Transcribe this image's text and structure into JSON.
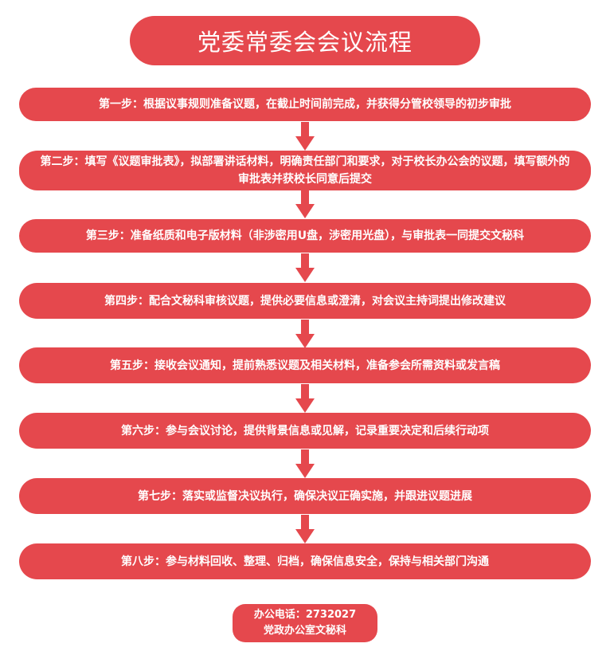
{
  "title": "党委常委会会议流程",
  "steps": [
    "第一步：根据议事规则准备议题，在截止时间前完成，并获得分管校领导的初步审批",
    "第二步：填写《议题审批表》，拟部署讲话材料，明确责任部门和要求，对于校长办公会的议题，填写额外的审批表并获校长同意后提交",
    "第三步：准备纸质和电子版材料（非涉密用U盘，涉密用光盘），与审批表一同提交文秘科",
    "第四步：配合文秘科审核议题，提供必要信息或澄清，对会议主持词提出修改建议",
    "第五步：接收会议通知，提前熟悉议题及相关材料，准备参会所需资料或发言稿",
    "第六步：参与会议讨论，提供背景信息或见解，记录重要决定和后续行动项",
    "第七步：落实或监督决议执行，确保决议正确实施，并跟进议题进展",
    "第八步：参与材料回收、整理、归档，确保信息安全，保持与相关部门沟通"
  ],
  "footer": {
    "phone": "办公电话：2732027",
    "office": "党政办公室文秘科"
  },
  "colors": {
    "box": "#e5484d",
    "text": "#ffffff"
  }
}
